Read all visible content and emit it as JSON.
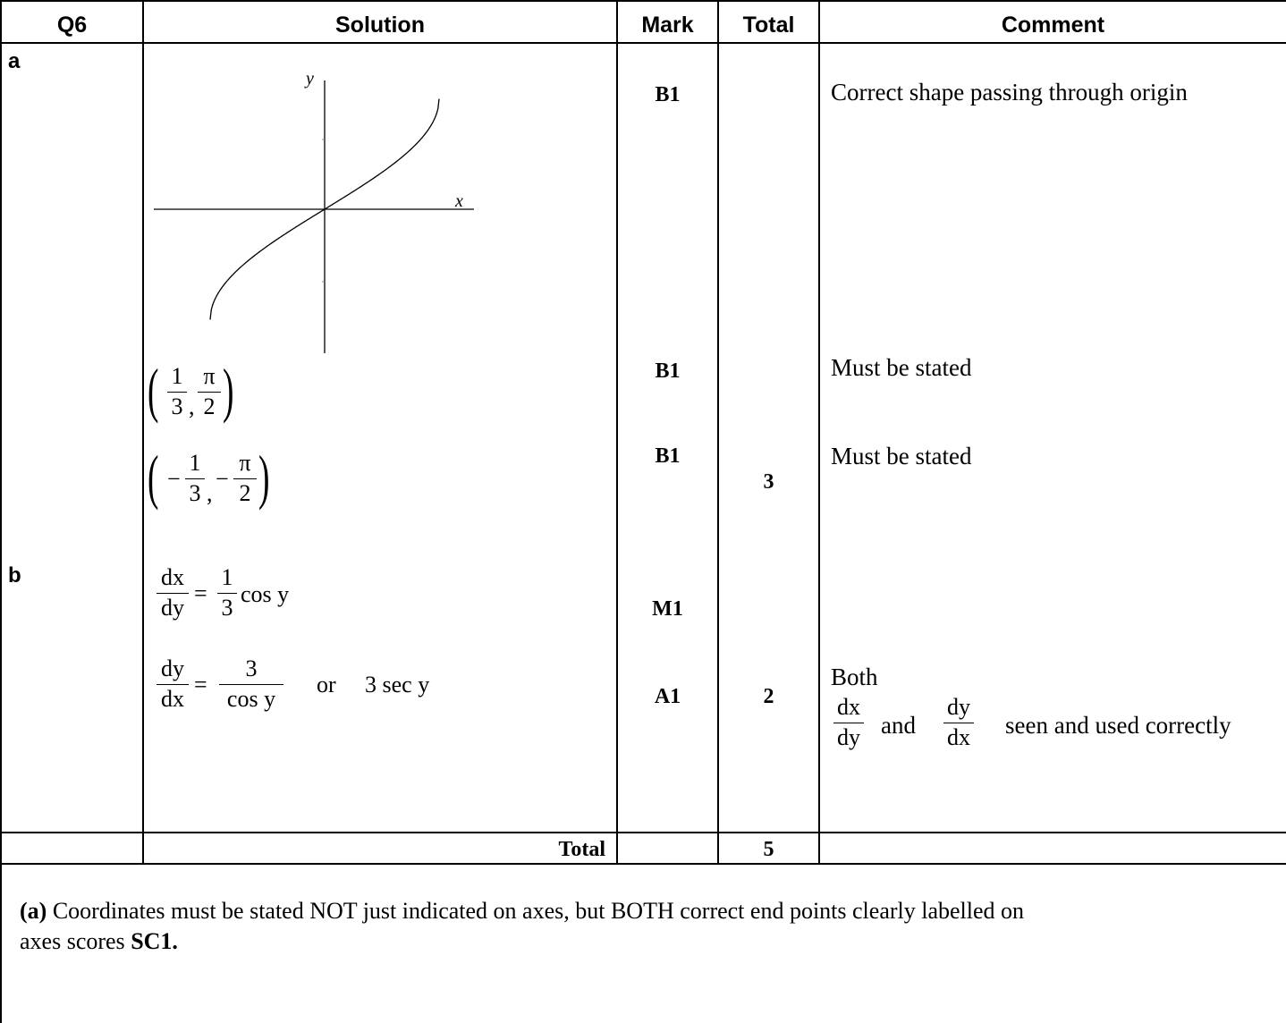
{
  "header": {
    "q": "Q6",
    "solution": "Solution",
    "mark": "Mark",
    "total": "Total",
    "comment": "Comment"
  },
  "parts": {
    "a": "a",
    "b": "b"
  },
  "graph": {
    "y_label": "y",
    "x_label": "x"
  },
  "part_a": {
    "point1": {
      "x_num": "1",
      "x_den": "3",
      "y_num": "π",
      "y_den": "2",
      "separator": ","
    },
    "point2": {
      "x_sign": "−",
      "x_num": "1",
      "x_den": "3",
      "y_sign": "−",
      "y_num": "π",
      "y_den": "2",
      "separator": ","
    },
    "marks": [
      "B1",
      "B1",
      "B1"
    ],
    "total": "3",
    "comments": [
      "Correct shape passing through origin",
      "Must be stated",
      "Must be stated"
    ]
  },
  "part_b": {
    "line1": {
      "lhs_num": "dx",
      "lhs_den": "dy",
      "eq": "=",
      "rhs_num": "1",
      "rhs_den": "3",
      "rhs_tail": "cos y"
    },
    "line2": {
      "lhs_num": "dy",
      "lhs_den": "dx",
      "eq": "=",
      "rhs_num": "3",
      "rhs_den": "cos y",
      "or": "or",
      "alt": "3 sec y"
    },
    "marks": [
      "M1",
      "A1"
    ],
    "total": "2",
    "comment": {
      "line1": "Both",
      "frac1_num": "dx",
      "frac1_den": "dy",
      "and": "and",
      "frac2_num": "dy",
      "frac2_den": "dx",
      "tail": "seen and used correctly"
    }
  },
  "footer_row": {
    "label": "Total",
    "total": "5"
  },
  "note": {
    "prefix": "(a)",
    "text1": " Coordinates must be stated NOT just indicated on axes, but BOTH correct end points clearly labelled on",
    "text2": "axes scores ",
    "sc": "SC1."
  }
}
